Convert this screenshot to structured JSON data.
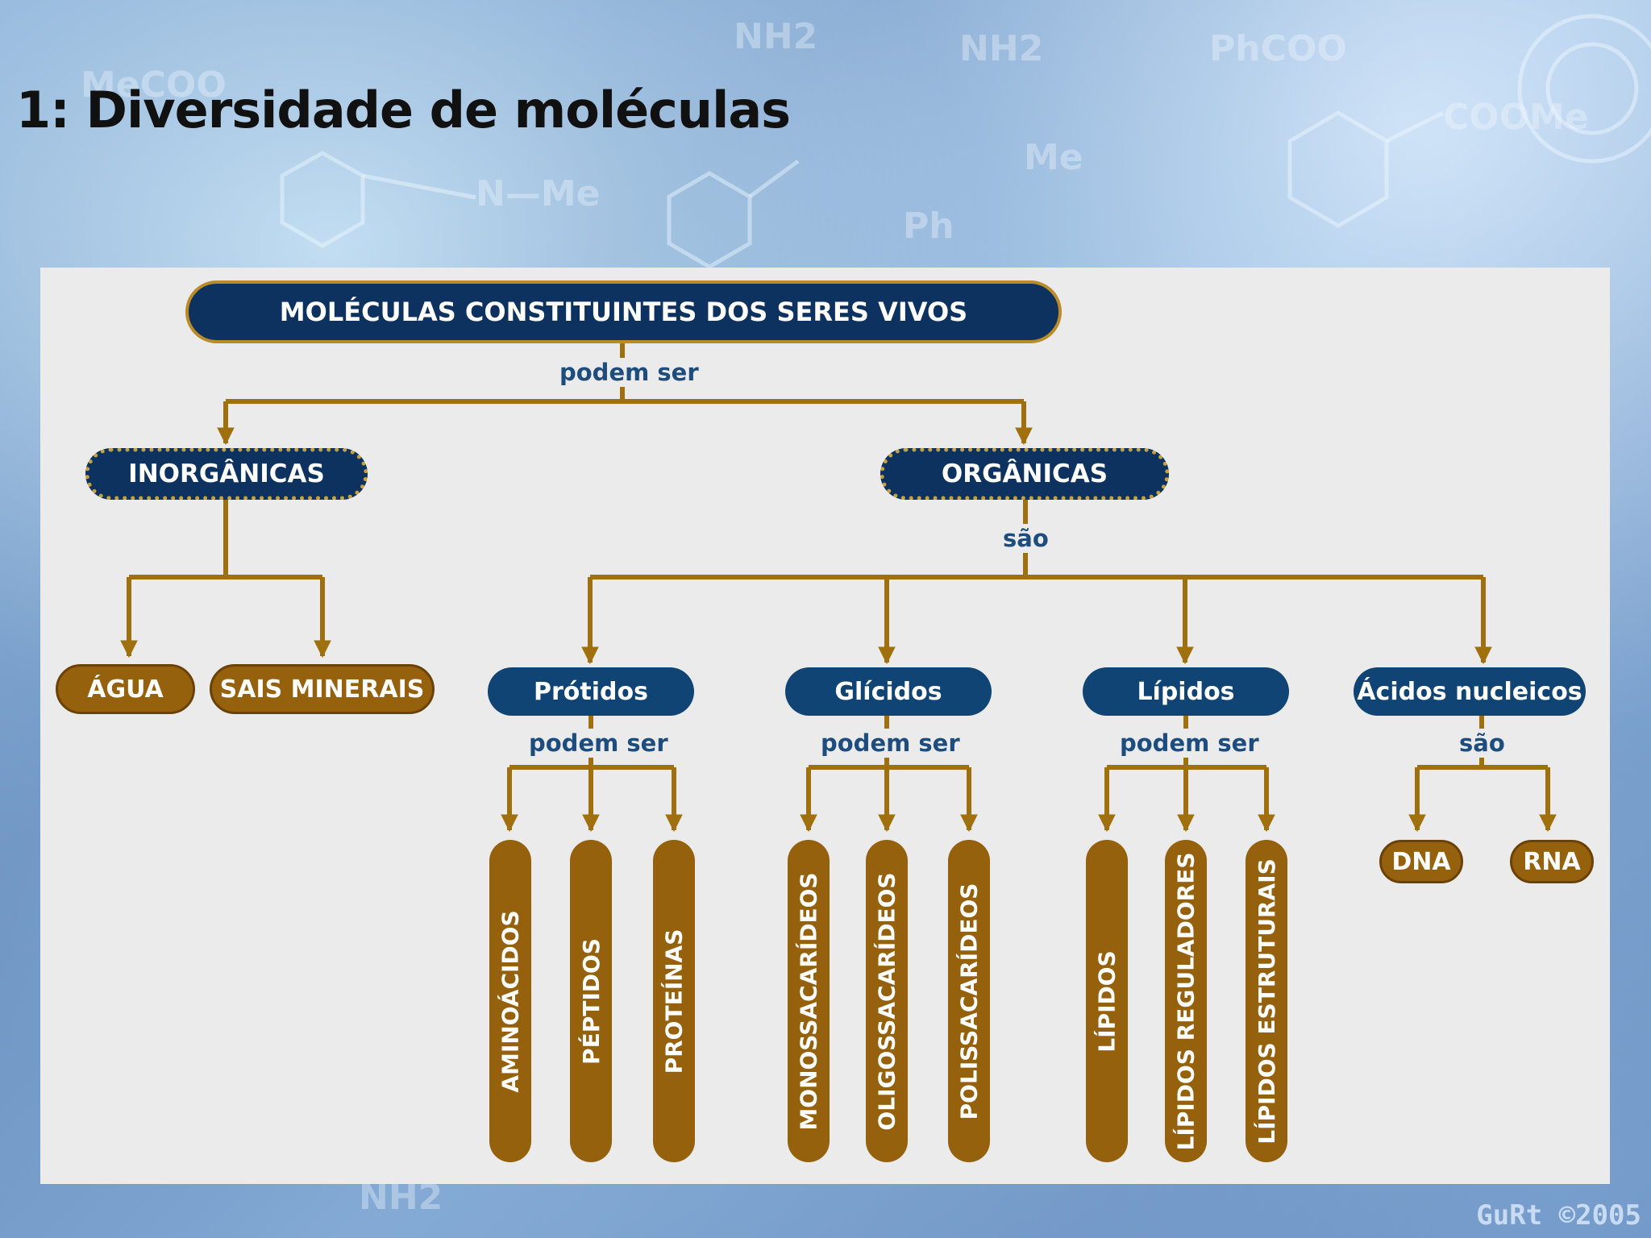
{
  "slide": {
    "title": "1: Diversidade de moléculas",
    "credit": "GuRt ©2005"
  },
  "background": {
    "decor_text": [
      "MeCOO",
      "NH2",
      "NH2",
      "PhCOO",
      "COOMe",
      "N—Me",
      "Me",
      "Ph",
      "NH2"
    ]
  },
  "diagram": {
    "root": "MOLÉCULAS CONSTITUINTES DOS SERES VIVOS",
    "root_link": "podem ser",
    "inorganic": {
      "label": "INORGÂNICAS",
      "children": [
        "ÁGUA",
        "SAIS MINERAIS"
      ]
    },
    "organic": {
      "label": "ORGÂNICAS",
      "link": "são",
      "groups": [
        {
          "label": "Prótidos",
          "link": "podem ser",
          "children": [
            "AMINOÁCIDOS",
            "PÉPTIDOS",
            "PROTEÍNAS"
          ]
        },
        {
          "label": "Glícidos",
          "link": "podem ser",
          "children": [
            "MONOSSACARÍDEOS",
            "OLIGOSSACARÍDEOS",
            "POLISSACARÍDEOS"
          ]
        },
        {
          "label": "Lípidos",
          "link": "podem ser",
          "children": [
            "LÍPIDOS",
            "LÍPIDOS REGULADORES",
            "LÍPIDOS ESTRUTURAIS"
          ]
        },
        {
          "label": "Ácidos nucleicos",
          "link": "são",
          "children": [
            "DNA",
            "RNA"
          ]
        }
      ]
    }
  },
  "colors": {
    "navy": "#0d3260",
    "blue": "#0f4474",
    "brown": "#95610d",
    "connector": "#a0700f",
    "link_text": "#1d4d7e",
    "panel": "#ebebeb"
  }
}
